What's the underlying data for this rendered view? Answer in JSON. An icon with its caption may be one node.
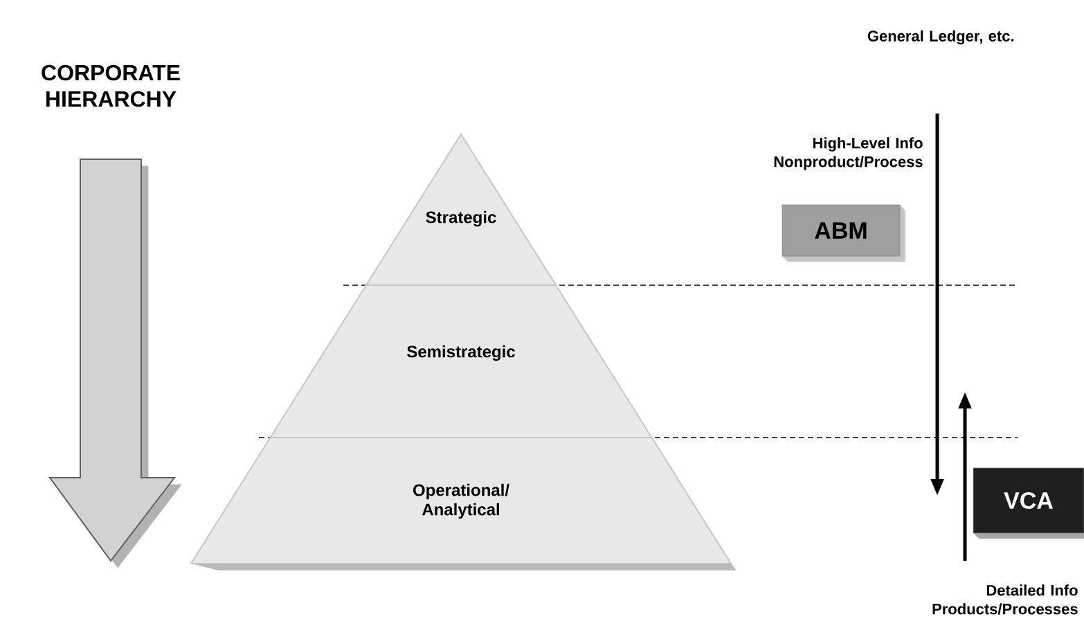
{
  "diagram": {
    "nodes": [
      {
        "text": [
          "Strategic"
        ]
      },
      {
        "text": [
          "Semistrategic"
        ]
      },
      {
        "text": [
          "Operational/ Analytical"
        ]
      },
      {
        "text": [
          "ABM"
        ]
      },
      {
        "text": [
          "VCA"
        ]
      }
    ],
    "labels": [
      "CORPORATE HIERARCHY",
      "General Ledger, etc.",
      "High-Level Info Nonproduct/Process",
      "Detailed Info Products/Processes"
    ]
  }
}
